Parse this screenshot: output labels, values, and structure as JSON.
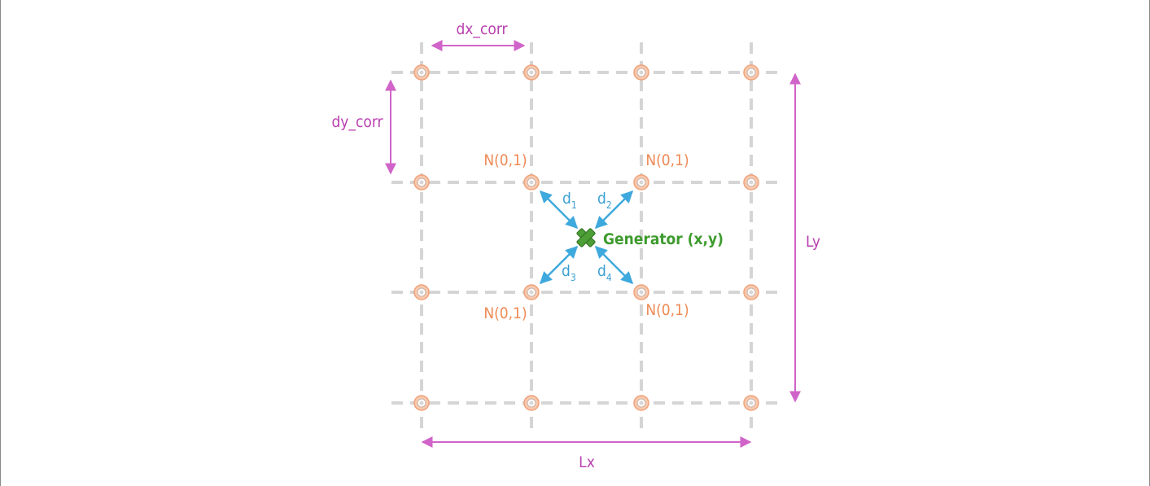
{
  "diagram": {
    "labels": {
      "dx_corr": "dx_corr",
      "dy_corr": "dy_corr",
      "lx": "Lx",
      "ly": "Ly",
      "generator": "Generator (x,y)",
      "noise_top_left": "N(0,1)",
      "noise_top_right": "N(0,1)",
      "noise_bottom_left": "N(0,1)",
      "noise_bottom_right": "N(0,1)",
      "d1": "d",
      "d1_sub": "1",
      "d2": "d",
      "d2_sub": "2",
      "d3": "d",
      "d3_sub": "3",
      "d4": "d",
      "d4_sub": "4"
    },
    "grid": {
      "rows": 4,
      "cols": 4
    },
    "icons": {
      "generator": "cross-marker-icon"
    },
    "colors": {
      "grid": "#d5d5d5",
      "node": "#f8c9ae",
      "dimension": "#d064c8",
      "distance": "#3ea9dd",
      "noise": "#ee8a55",
      "generator": "#4c9e35"
    }
  }
}
